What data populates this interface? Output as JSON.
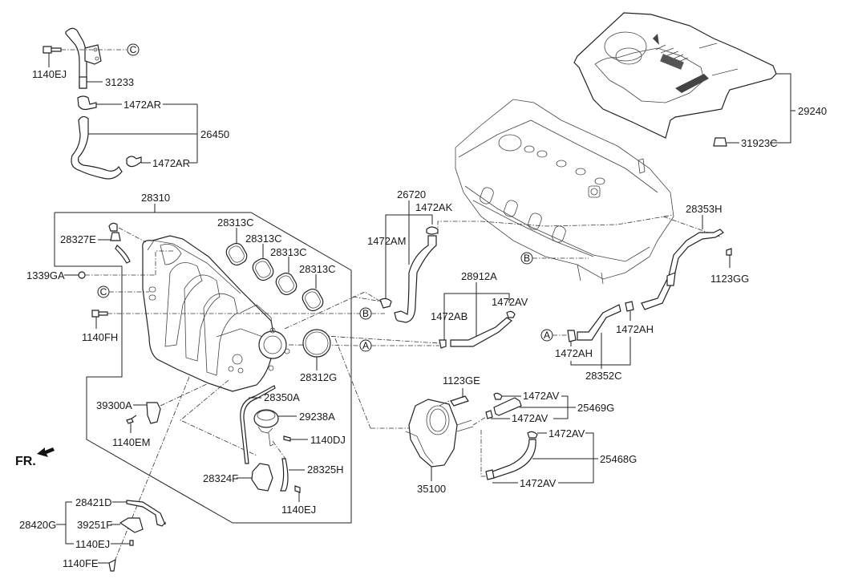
{
  "diagram": {
    "title": "Intake Manifold & Throttle Body Parts Diagram",
    "orientation_label": "FR.",
    "reference_markers": [
      "A",
      "B",
      "C"
    ],
    "parts": {
      "p1140EJ_a": "1140EJ",
      "p31233": "31233",
      "p1472AR_a": "1472AR",
      "p26450": "26450",
      "p1472AR_b": "1472AR",
      "p28310": "28310",
      "p28327E": "28327E",
      "p28313C_1": "28313C",
      "p28313C_2": "28313C",
      "p28313C_3": "28313C",
      "p28313C_4": "28313C",
      "p1339GA": "1339GA",
      "p1140FH": "1140FH",
      "p28312G": "28312G",
      "p39300A": "39300A",
      "p1140EM": "1140EM",
      "p28350A": "28350A",
      "p29238A": "29238A",
      "p1140DJ": "1140DJ",
      "p28324F": "28324F",
      "p28325H": "28325H",
      "p1140EJ_b": "1140EJ",
      "p28421D": "28421D",
      "p28420G": "28420G",
      "p39251F": "39251F",
      "p1140EJ_c": "1140EJ",
      "p1140FE": "1140FE",
      "p26720": "26720",
      "p1472AK": "1472AK",
      "p1472AM": "1472AM",
      "p28912A": "28912A",
      "p1472AB": "1472AB",
      "p1472AV_a": "1472AV",
      "p1123GE": "1123GE",
      "p1472AV_b": "1472AV",
      "p25469G": "25469G",
      "p1472AV_c": "1472AV",
      "p1472AV_d": "1472AV",
      "p25468G": "25468G",
      "p1472AV_e": "1472AV",
      "p35100": "35100",
      "p29240": "29240",
      "p31923C": "31923C",
      "p28353H": "28353H",
      "p1123GG": "1123GG",
      "p1472AH_a": "1472AH",
      "p1472AH_b": "1472AH",
      "p28352C": "28352C"
    }
  }
}
